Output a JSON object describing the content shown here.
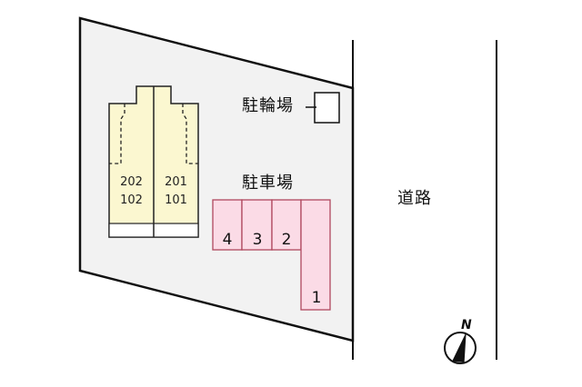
{
  "colors": {
    "lot_fill": "#f2f2f2",
    "lot_stroke": "#111111",
    "building_fill": "#fbf7d0",
    "building_stroke": "#222222",
    "parking_fill": "#fbdbe6",
    "parking_stroke": "#b0485e",
    "bike_fill": "#ffffff"
  },
  "labels": {
    "bicycle_parking": "駐輪場",
    "parking": "駐車場",
    "road": "道路"
  },
  "building": {
    "units": [
      {
        "upper": "202",
        "lower": "102"
      },
      {
        "upper": "201",
        "lower": "101"
      }
    ]
  },
  "parking_spaces": [
    "4",
    "3",
    "2",
    "1"
  ],
  "compass": {
    "label": "N"
  }
}
